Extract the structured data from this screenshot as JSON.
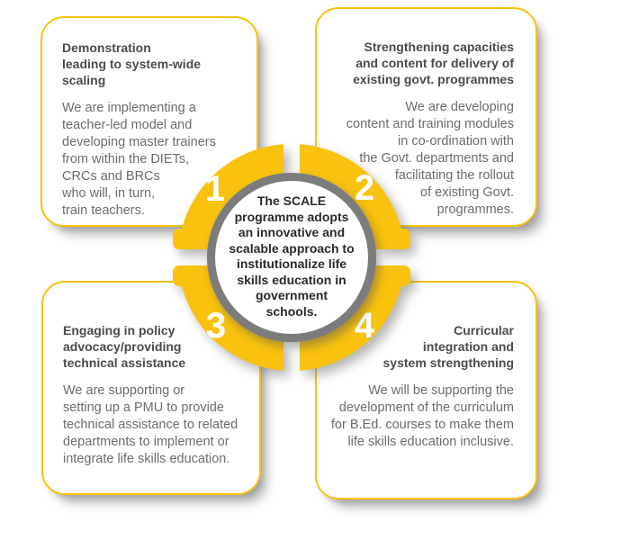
{
  "center_circle": {
    "text": "The SCALE\nprogramme adopts\nan innovative and\nscalable approach to\ninstitutionalize life\nskills education in\ngovernment\nschools."
  },
  "quadrants": [
    {
      "number": "1",
      "title": "Demonstration\nleading to system-wide\nscaling",
      "body": "We are implementing a\nteacher-led model and\ndeveloping master trainers\nfrom within the DIETs,\nCRCs and BRCs\nwho will, in turn,\ntrain teachers."
    },
    {
      "number": "2",
      "title": "Strengthening capacities\nand content for delivery of\nexisting govt. programmes",
      "body": "We are developing\ncontent and training modules\nin co-ordination with\nthe Govt. departments and\nfacilitating the rollout\nof existing Govt.\nprogrammes."
    },
    {
      "number": "3",
      "title": "Engaging in policy\nadvocacy/providing\ntechnical assistance",
      "body": "We are supporting or\nsetting up a PMU to provide\ntechnical assistance to related\ndepartments to implement or\nintegrate life skills education."
    },
    {
      "number": "4",
      "title": "Curricular\nintegration and\nsystem strengthening",
      "body": "We will be supporting the\ndevelopment of the curriculum\nfor B.Ed. courses to make them\nlife skills education inclusive."
    }
  ],
  "colors": {
    "accent_yellow": "#F8C20E",
    "ring_gray": "#7C7C7C",
    "title_text": "#4B4B49",
    "body_text": "#6C6C6A",
    "center_text": "#2A2A2A",
    "card_background": "#FFFFFF"
  }
}
